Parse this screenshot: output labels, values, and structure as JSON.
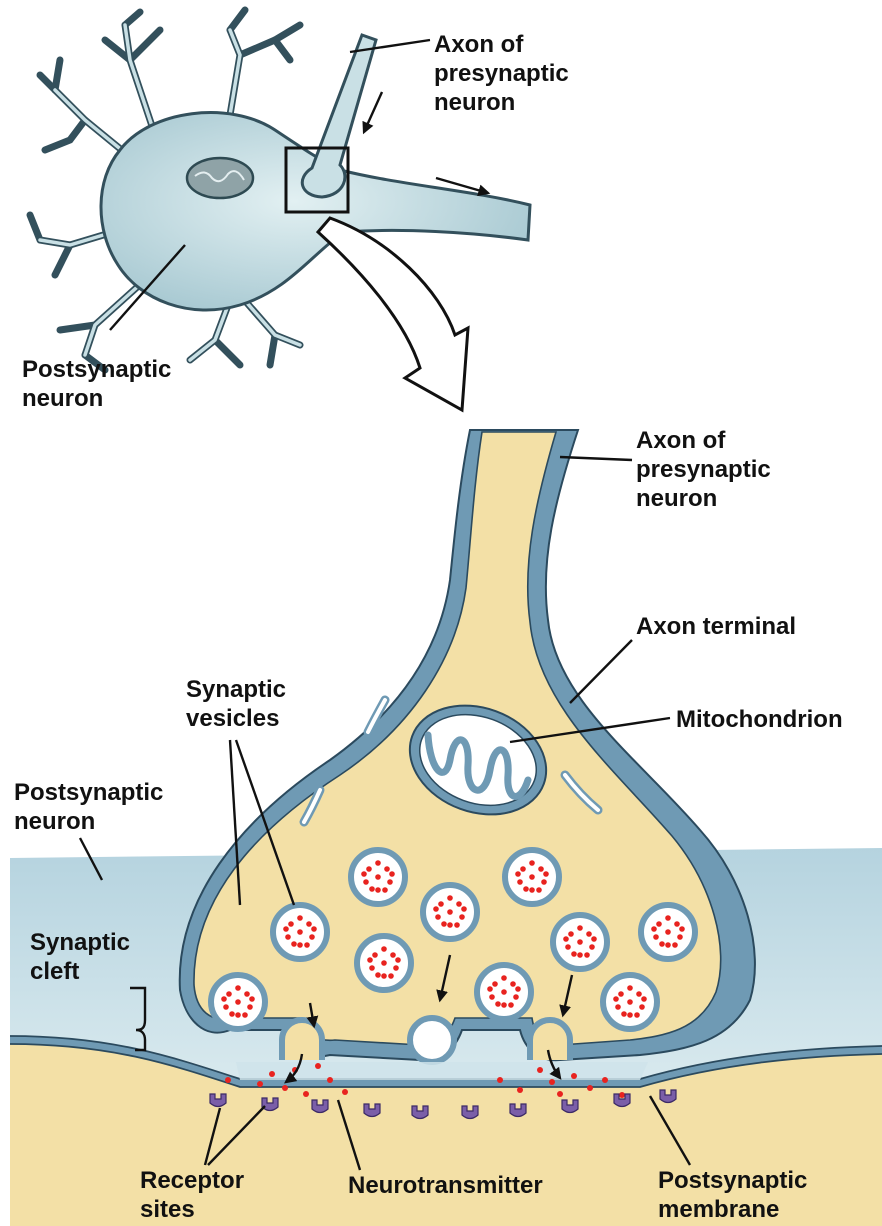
{
  "labels": {
    "top_axon": {
      "line1": "Axon of",
      "line2": "presynaptic",
      "line3": "neuron"
    },
    "top_postsynaptic": {
      "line1": "Postsynaptic",
      "line2": "neuron"
    },
    "mid_axon": {
      "line1": "Axon of",
      "line2": "presynaptic",
      "line3": "neuron"
    },
    "axon_terminal": "Axon terminal",
    "mitochondrion": "Mitochondrion",
    "synaptic_vesicles": {
      "line1": "Synaptic",
      "line2": "vesicles"
    },
    "bottom_postsynaptic": {
      "line1": "Postsynaptic",
      "line2": "neuron"
    },
    "synaptic_cleft": {
      "line1": "Synaptic",
      "line2": "cleft"
    },
    "receptor_sites": {
      "line1": "Receptor",
      "line2": "sites"
    },
    "neurotransmitter": "Neurotransmitter",
    "postsynaptic_membrane": {
      "line1": "Postsynaptic",
      "line2": "membrane"
    }
  },
  "colors": {
    "neuron_blue": "#c5dde3",
    "membrane_blue": "#6f9ab4",
    "cytoplasm_tan": "#f3e0a6",
    "neurotransmitter_red": "#e8231f",
    "receptor_purple": "#7a5ea8",
    "outline": "#222222"
  }
}
